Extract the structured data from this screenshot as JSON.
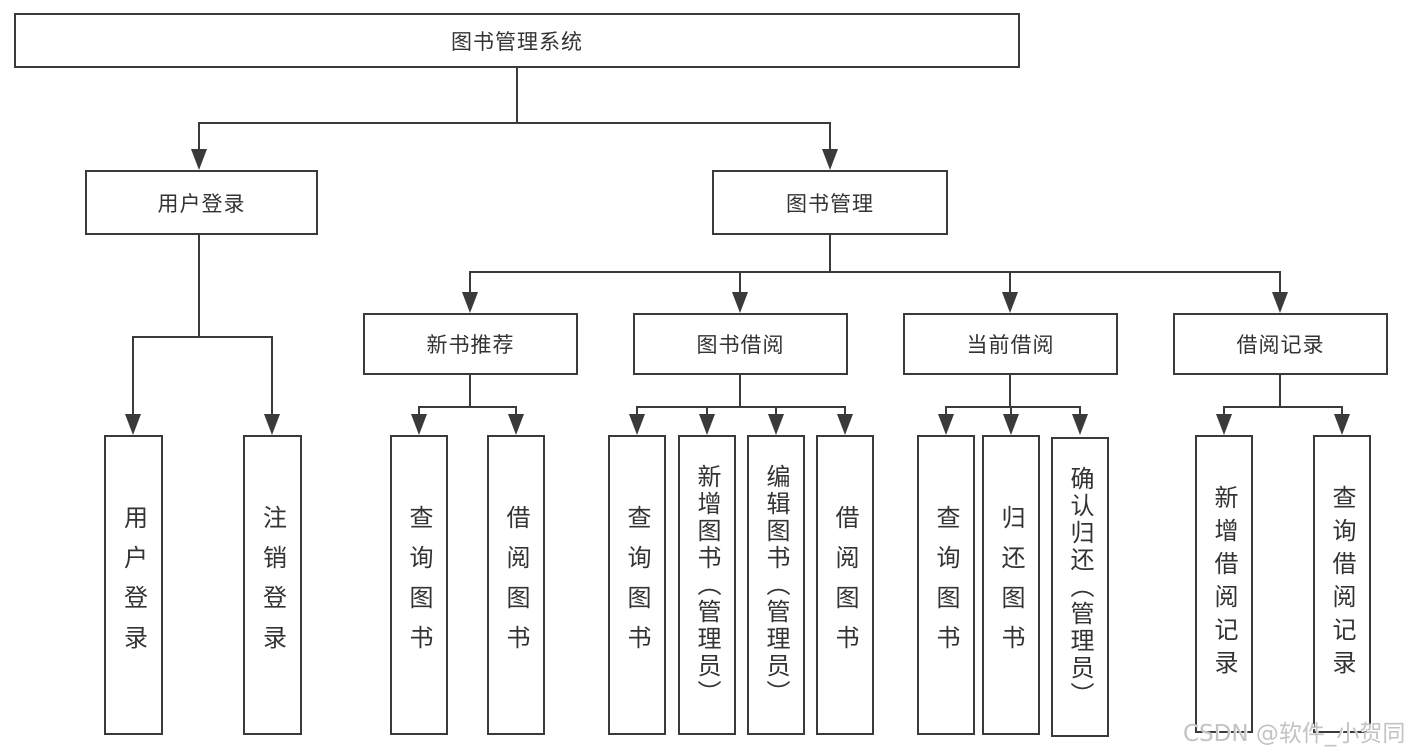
{
  "title": {
    "label": "图书管理系统"
  },
  "branches": [
    {
      "label": "用户登录",
      "children": [
        "用户登录",
        "注销登录"
      ]
    },
    {
      "label": "图书管理"
    }
  ],
  "modules": [
    {
      "label": "新书推荐",
      "children": [
        "查询图书",
        "借阅图书"
      ]
    },
    {
      "label": "图书借阅",
      "children": [
        "查询图书",
        "新增图书（管理员）",
        "编辑图书（管理员）",
        "借阅图书"
      ]
    },
    {
      "label": "当前借阅",
      "children": [
        "查询图书",
        "归还图书",
        "确认归还（管理员）"
      ]
    },
    {
      "label": "借阅记录",
      "children": [
        "新增借阅记录",
        "查询借阅记录"
      ]
    }
  ],
  "watermark": "CSDN @软件_小贺同学",
  "colors": {
    "line": "#3a3a3a",
    "text": "#333333",
    "watermark": "#c3c3c3",
    "background": "#ffffff"
  }
}
